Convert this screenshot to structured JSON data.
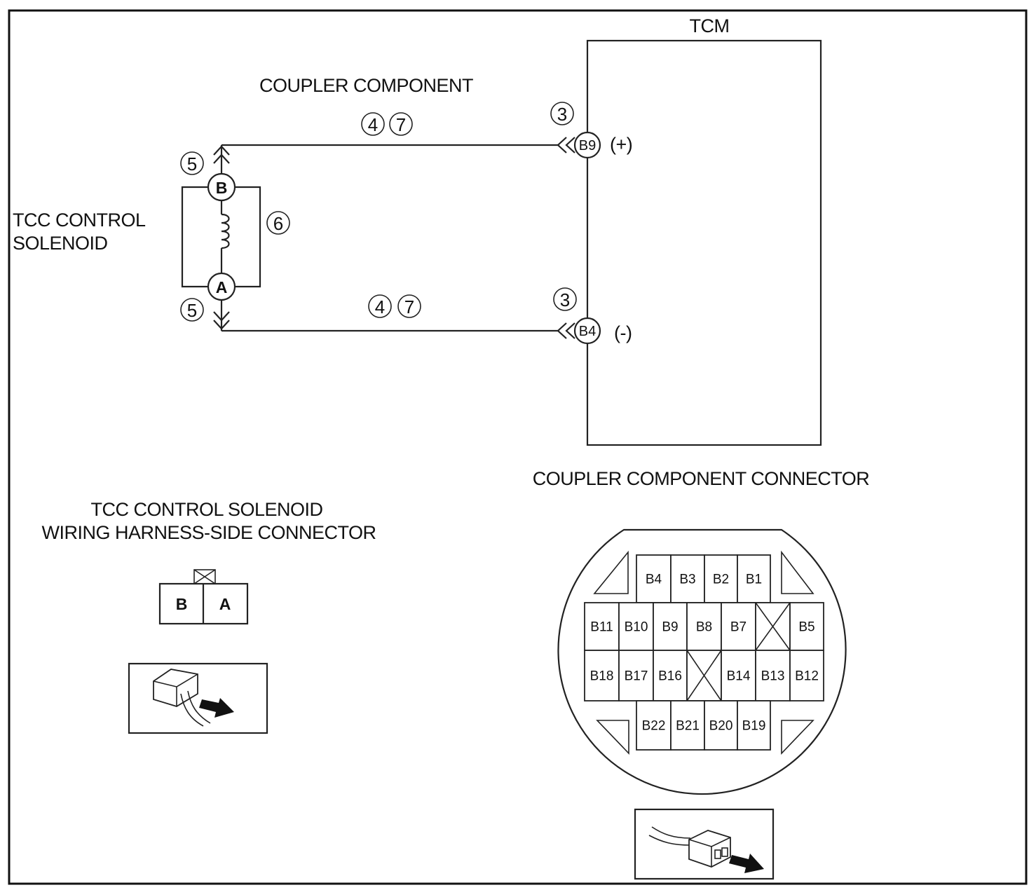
{
  "labels": {
    "tcm": "TCM",
    "coupler_component": "COUPLER COMPONENT",
    "solenoid_line1": "TCC CONTROL",
    "solenoid_line2": "SOLENOID",
    "harness_title_line1": "TCC CONTROL SOLENOID",
    "harness_title_line2": "WIRING HARNESS-SIDE CONNECTOR",
    "coupler_connector_title": "COUPLER COMPONENT CONNECTOR",
    "plus": "(+)",
    "minus": "(-)"
  },
  "step_markers": {
    "tcm_top": "3",
    "tcm_bottom": "3",
    "wire_top_a": "4",
    "wire_top_b": "7",
    "wire_bottom_a": "4",
    "wire_bottom_b": "7",
    "solenoid_top": "5",
    "solenoid_bottom": "5",
    "coil": "6"
  },
  "terminals": {
    "solenoid_b": "B",
    "solenoid_a": "A",
    "tcm_plus": "B9",
    "tcm_minus": "B4"
  },
  "harness_connector": {
    "pins": [
      "B",
      "A"
    ]
  },
  "coupler_connector": {
    "row1": [
      "B4",
      "B3",
      "B2",
      "B1"
    ],
    "row2": [
      "B11",
      "B10",
      "B9",
      "B8",
      "B7",
      "",
      "B5"
    ],
    "row3": [
      "B18",
      "B17",
      "B16",
      "",
      "B14",
      "B13",
      "B12"
    ],
    "row4": [
      "B22",
      "B21",
      "B20",
      "B19"
    ]
  }
}
